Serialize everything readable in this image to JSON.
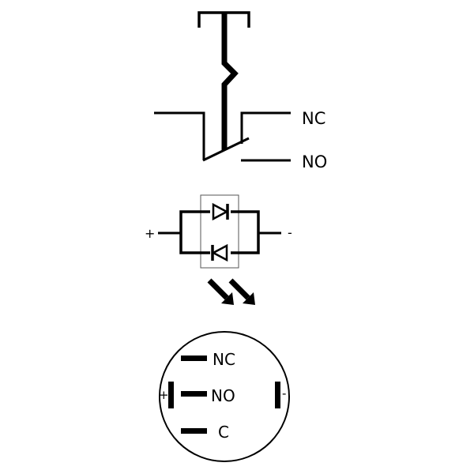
{
  "switch": {
    "nc_label": "NC",
    "no_label": "NO"
  },
  "led": {
    "plus_label": "+",
    "minus_label": "-"
  },
  "connector": {
    "nc_label": "NC",
    "no_label": "NO",
    "c_label": "C",
    "plus_label": "+",
    "minus_label": "-"
  },
  "colors": {
    "line": "#000000",
    "background": "#ffffff",
    "box": "#555555"
  }
}
